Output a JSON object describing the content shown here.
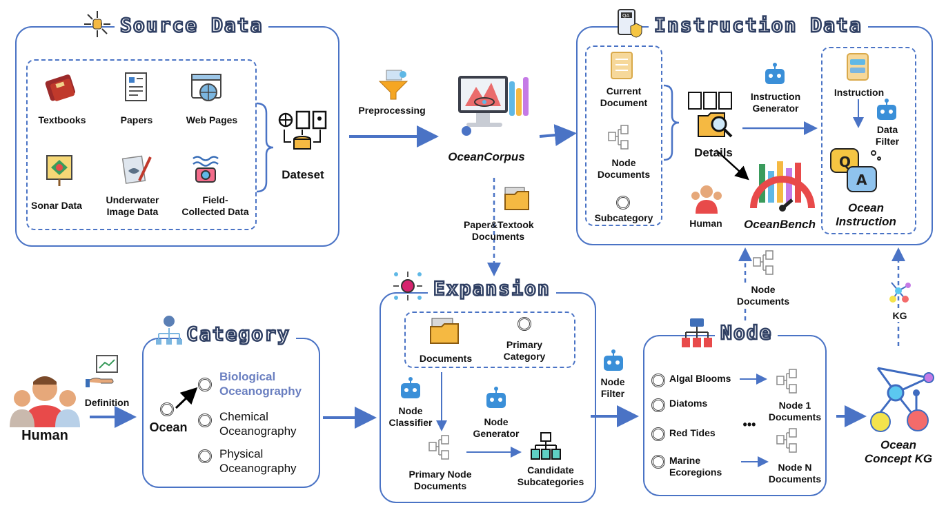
{
  "source": {
    "title": "Source Data",
    "items": [
      "Textbooks",
      "Papers",
      "Web Pages",
      "Sonar Data",
      "Underwater Image Data",
      "Field-Collected Data"
    ],
    "dataset": "Dateset"
  },
  "preprocessing": "Preprocessing",
  "corpus": "OceanCorpus",
  "paper_docs": "Paper&Textook Documents",
  "instruction": {
    "title": "Instruction Data",
    "current_document": "Current Document",
    "node_documents": "Node Documents",
    "subcategory": "Subcategory",
    "details": "Details",
    "generator": "Instruction Generator",
    "human": "Human",
    "bench": "OceanBench",
    "instruction_label": "Instruction",
    "data_filter": "Data Filter",
    "ocean_instruction": "Ocean Instruction"
  },
  "category": {
    "title": "Category",
    "root": "Ocean",
    "children": [
      "Biological Oceanography",
      "Chemical Oceanography",
      "Physical Oceanography"
    ]
  },
  "expansion": {
    "title": "Expansion",
    "documents": "Documents",
    "primary_category": "Primary Category",
    "classifier": "Node Classifier",
    "generator": "Node Generator",
    "primary_node_docs": "Primary Node Documents",
    "candidates": "Candidate Subcategories"
  },
  "node_filter": "Node Filter",
  "node": {
    "title": "Node",
    "items": [
      "Algal Blooms",
      "Diatoms",
      "Red Tides",
      "Marine Ecoregions"
    ],
    "doc1": "Node 1 Documents",
    "docN": "Node N Documents",
    "ellipsis": "•••"
  },
  "node_docs_up": "Node Documents",
  "kg_label": "KG",
  "kg": "Ocean Concept KG",
  "human": "Human",
  "definition": "Definition",
  "colors": {
    "accent": "#4a73c5",
    "highlight": "#6a7fc0"
  }
}
